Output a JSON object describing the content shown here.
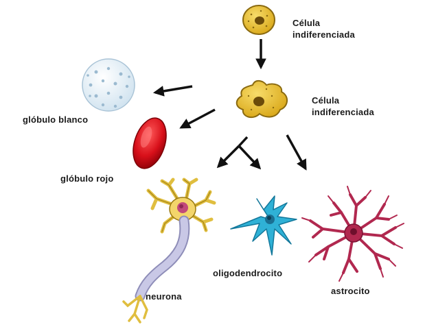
{
  "labels": {
    "stem_cell_top": [
      "Célula",
      "indiferenciada"
    ],
    "stem_cell_mid": [
      "Célula",
      "indiferenciada"
    ],
    "white_blood_cell": "glóbulo blanco",
    "red_blood_cell": "glóbulo rojo",
    "neuron": "neurona",
    "oligodendrocyte": "oligodendrocito",
    "astrocyte": "astrocito"
  },
  "colors": {
    "stem_cell": "#e8b92e",
    "stem_cell_outline": "#8a6a10",
    "white_blood_cell": "#e6f1f8",
    "red_blood_cell": "#d8101a",
    "neuron_body": "#f3d56b",
    "neuron_nucleus": "#c14a7a",
    "axon": "#c9c8e6",
    "oligodendrocyte": "#2fb1d6",
    "astrocyte": "#b1284f",
    "arrow": "#111111"
  }
}
